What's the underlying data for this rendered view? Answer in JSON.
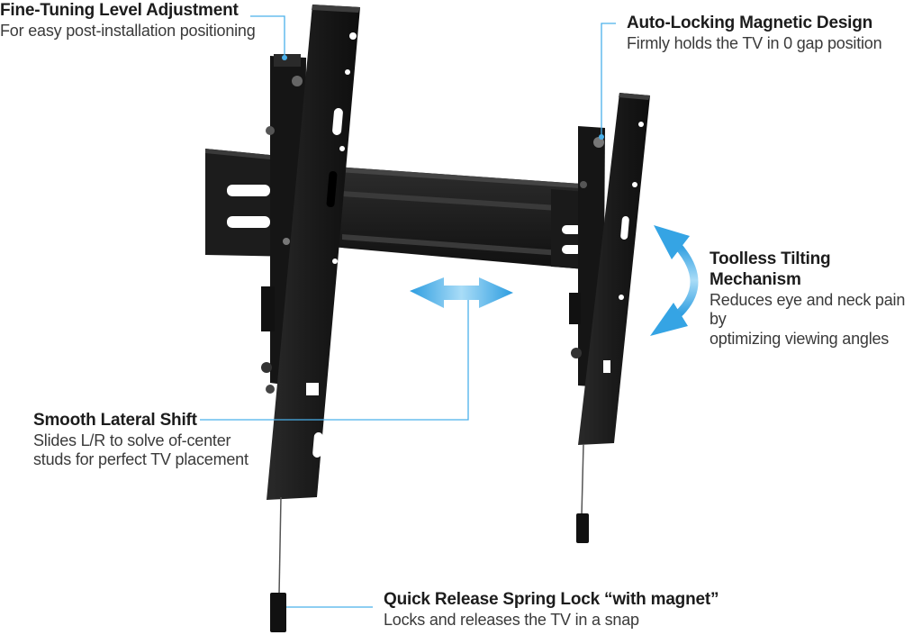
{
  "colors": {
    "accent": "#3fa9e6",
    "leader_line": "#4ab0ea",
    "bracket_metal": "#1b1b1b",
    "bracket_highlight": "#3b3b3b"
  },
  "icons": {
    "lateral_arrow": "double-headed-horizontal-arrow",
    "tilt_arrow": "double-headed-curved-arrow"
  },
  "callouts": {
    "fine_tuning": {
      "title": "Fine-Tuning Level Adjustment",
      "desc": "For easy post-installation positioning"
    },
    "auto_locking": {
      "title": "Auto-Locking Magnetic Design",
      "desc": "Firmly holds the TV in 0 gap position"
    },
    "toolless_tilting": {
      "title": "Toolless Tilting Mechanism",
      "desc_line1": "Reduces eye and neck pain by",
      "desc_line2": "optimizing viewing angles"
    },
    "lateral_shift": {
      "title": "Smooth Lateral Shift",
      "desc_line1": "Slides L/R to solve of-center",
      "desc_line2": "studs for perfect TV placement"
    },
    "quick_release": {
      "title": "Quick Release Spring Lock “with magnet”",
      "desc": "Locks and releases the TV in a snap"
    }
  }
}
